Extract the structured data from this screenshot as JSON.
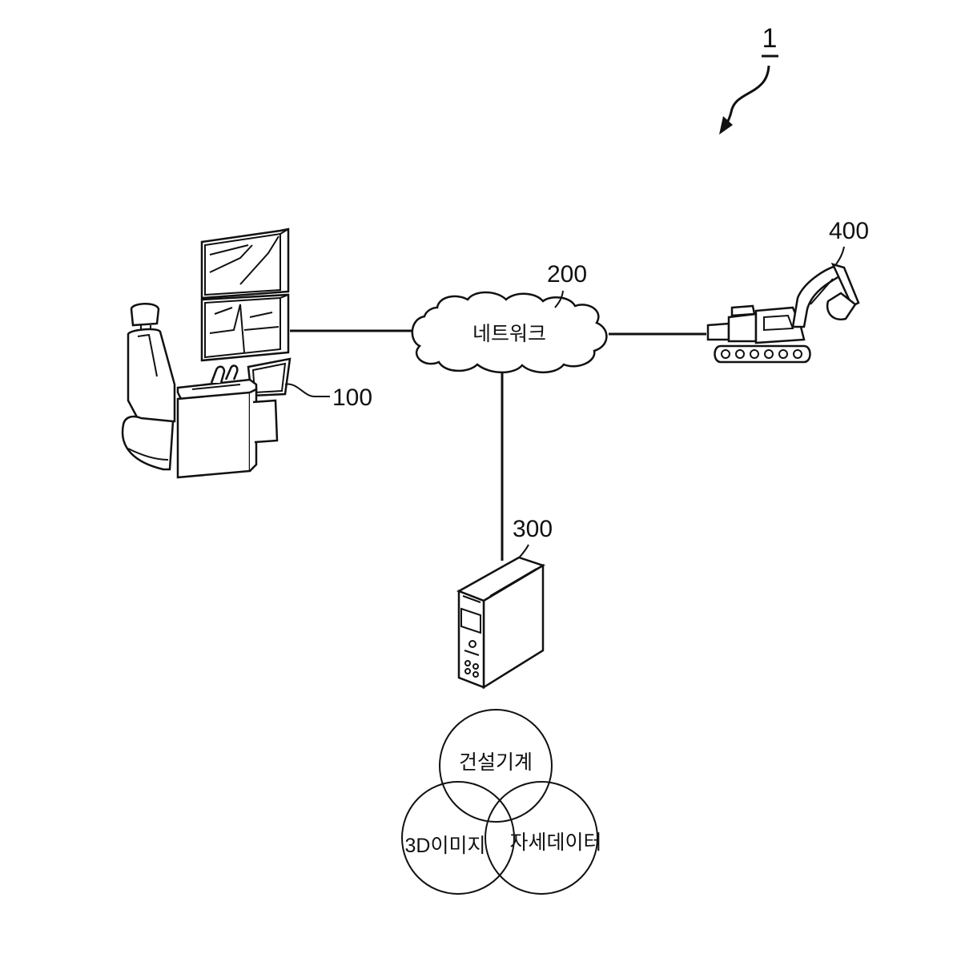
{
  "figure": {
    "system_ref": "1",
    "nodes": [
      {
        "ref": "100",
        "name": "remote-control-station"
      },
      {
        "ref": "200",
        "name": "network",
        "label": "네트워크"
      },
      {
        "ref": "300",
        "name": "server"
      },
      {
        "ref": "400",
        "name": "excavator"
      }
    ],
    "venn": [
      "건설기계",
      "3D이미지",
      "자세데이터"
    ]
  }
}
